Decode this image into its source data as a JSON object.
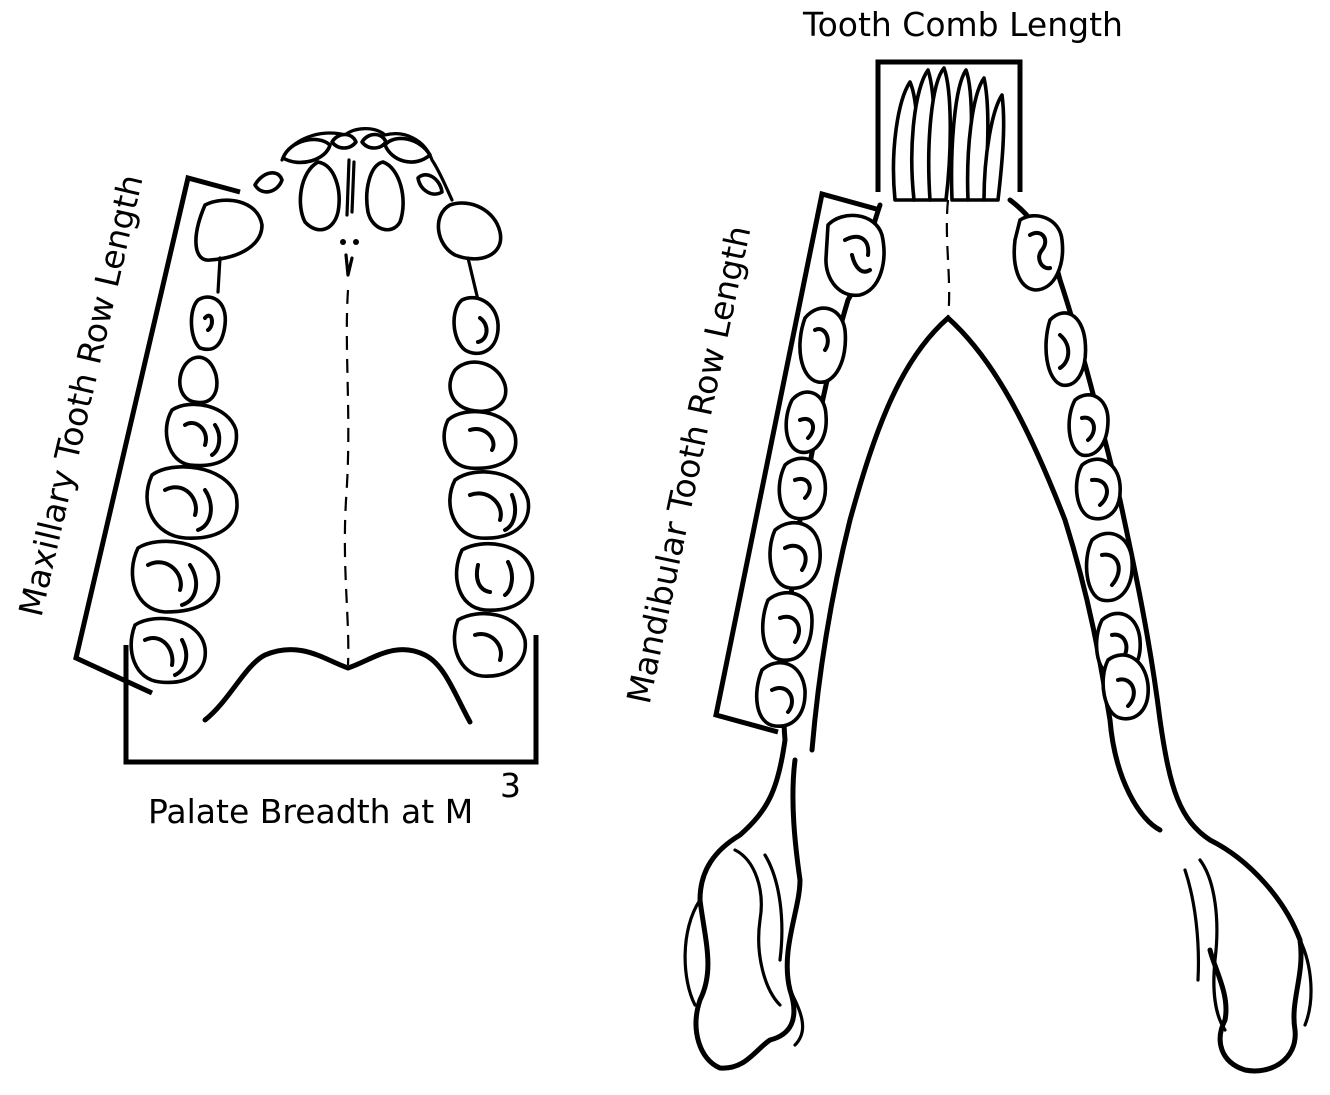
{
  "labels": {
    "maxillary_tooth_row": "Maxillary Tooth Row Length",
    "palate_breadth": "Palate Breadth at M",
    "palate_breadth_superscript": "3",
    "tooth_comb": "Tooth Comb Length",
    "mandibular_tooth_row": "Mandibular Tooth Row Length"
  }
}
